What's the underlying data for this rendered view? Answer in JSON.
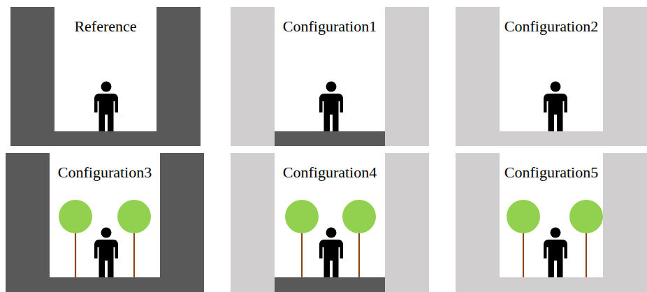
{
  "diagram": {
    "nodes": [
      {
        "text": [
          "Reference"
        ]
      },
      {
        "text": [
          "Configuration1"
        ]
      },
      {
        "text": [
          "Configuration2"
        ]
      },
      {
        "text": [
          "Configuration3"
        ]
      },
      {
        "text": [
          "Configuration4"
        ]
      },
      {
        "text": [
          "Configuration5"
        ]
      }
    ]
  }
}
